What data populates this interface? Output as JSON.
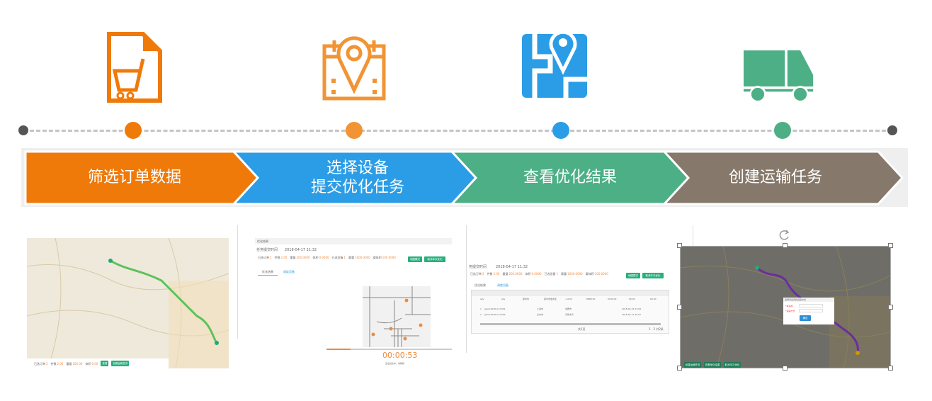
{
  "steps": [
    {
      "label": "筛选订单数据",
      "icon": "shopping-cart-document-icon",
      "color": "#ef7a0a"
    },
    {
      "label_line1": "选择设备",
      "label_line2": "提交优化任务",
      "icon": "calendar-location-pin-icon",
      "color": "#2b9de6"
    },
    {
      "label": "查看优化结果",
      "icon": "map-route-pin-icon",
      "color": "#4daf86"
    },
    {
      "label": "创建运输任务",
      "icon": "delivery-truck-icon",
      "color": "#86786a"
    }
  ],
  "icon_colors": {
    "cart": "#ef7a0a",
    "calendar": "#f29433",
    "map": "#2b9de6",
    "truck": "#4daf86"
  },
  "timeline_colors": {
    "end": "#555555",
    "dash": "#c4c4c4"
  },
  "shot1": {
    "labels": [
      "已选订单",
      "件数",
      "重量",
      "体积"
    ],
    "values": [
      "2",
      "2.00",
      "200.00",
      "0.00"
    ],
    "buttons": [
      "查看",
      "创建运输任务"
    ]
  },
  "shot2": {
    "header": "优化结果",
    "submit_label": "任务提交时间",
    "submit_time": "2018-04-17 11:32",
    "stats": [
      {
        "k": "已选订单",
        "v": "2"
      },
      {
        "k": "件数",
        "v": "2.00"
      },
      {
        "k": "重量",
        "v": "200.0000"
      },
      {
        "k": "体积",
        "v": "0.0000"
      },
      {
        "k": "已选设备",
        "v": "1"
      },
      {
        "k": "载重",
        "v": "1000.0000"
      },
      {
        "k": "载体积",
        "v": "100.0000"
      }
    ],
    "buttons": [
      "地图模式",
      "取消本次优化"
    ],
    "tabs": [
      "优化结果",
      "调度设备"
    ],
    "timer": "00:00:53",
    "note": "正在优化中，请稍候"
  },
  "shot3": {
    "submit_label": "务提交时间",
    "submit_time": "2018-04-17 11:32",
    "stats": [
      {
        "k": "已选订单",
        "v": "2"
      },
      {
        "k": "件数",
        "v": "2.00"
      },
      {
        "k": "重量",
        "v": "200.0000"
      },
      {
        "k": "体积",
        "v": "0.0000"
      },
      {
        "k": "已选设备",
        "v": "1"
      },
      {
        "k": "载重",
        "v": "1000.0000"
      },
      {
        "k": "载体积",
        "v": "100.0000"
      }
    ],
    "buttons": [
      "地图模式",
      "取消本次优化"
    ],
    "tabs": [
      "优化结果",
      "调度设备"
    ],
    "row": [
      "ally",
      "ally",
      "郑州市",
      "郑州市金水区",
      "-14.00",
      "8888.00",
      "6343.00",
      "60.00",
      "60.00"
    ],
    "subrows": [
      [
        "1",
        "gaoin2018-4-17001",
        "上海市",
        "合肥市",
        "2018-04-15 23:09"
      ],
      [
        "2",
        "gaoin2018-4-17002",
        "兰州市",
        "乌鲁木齐",
        "2018-04-17 20:07"
      ]
    ],
    "pager": "共1页",
    "count": "1 - 2 共2条"
  },
  "shot4": {
    "dialog_title": "选择承运商和运输方式",
    "fields": [
      "*承运商",
      "*运输方式"
    ],
    "ok": "确定",
    "buttons": [
      "创建运输任务",
      "查看优化结果",
      "取消本次优化"
    ]
  }
}
